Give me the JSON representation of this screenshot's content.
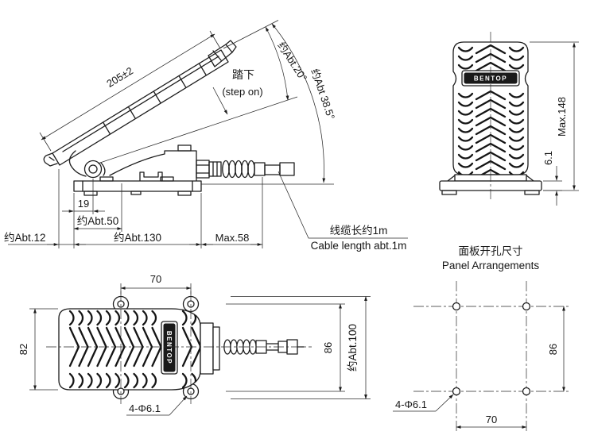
{
  "drawing": {
    "brand": "BENTOP",
    "side_view": {
      "pedal_length": "205±2",
      "angle_step": "约Abt.20°",
      "angle_total": "约Abt 38.5°",
      "step_on_zh": "踏下",
      "step_on_en": "(step on)",
      "dim_hinge_offset": "19",
      "dim_abt_50": "约Abt.50",
      "dim_abt_12": "约Abt.12",
      "dim_abt_130": "约Abt.130",
      "dim_max_58": "Max.58",
      "cable_note_zh": "线缆长约1m",
      "cable_note_en": "Cable length abt.1m"
    },
    "front_view": {
      "dim_max_height": "Max.148",
      "dim_base_thickness": "6.1"
    },
    "top_view": {
      "dim_hole_spacing_x": "70",
      "dim_body_width": "82",
      "dim_hole_spacing_y": "86",
      "dim_overall_length": "约Abt.100",
      "holes_label": "4-Φ6.1"
    },
    "panel_view": {
      "title_zh": "面板开孔尺寸",
      "title_en": "Panel Arrangements",
      "dim_hole_spacing_y": "86",
      "dim_hole_spacing_x": "70",
      "holes_label": "4-Φ6.1"
    }
  }
}
